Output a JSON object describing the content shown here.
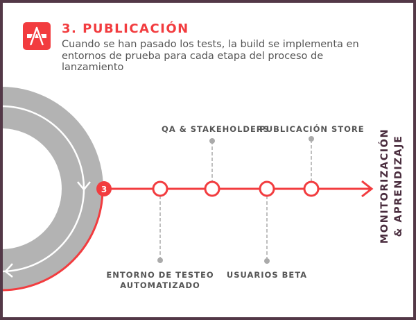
{
  "header": {
    "title": "3. PUBLICACIÓN",
    "description": "Cuando se han pasado los tests, la build se implementa en entornos de prueba para cada etapa del proceso de lanzamiento",
    "icon": "app-store-icon"
  },
  "diagram": {
    "step_number": "3",
    "top_labels": [
      "QA & STAKEHOLDERS",
      "PUBLICACIÓN STORE"
    ],
    "bottom_labels": {
      "testing_env_line1": "ENTORNO DE TESTEO",
      "testing_env_line2": "AUTOMATIZADO",
      "beta": "USUARIOS BETA"
    },
    "end_label": {
      "line1": "MONITORIZACIÓN",
      "line2": "& APRENDIZAJE"
    }
  },
  "colors": {
    "accent": "#f23c3f",
    "border": "#533847",
    "ring": "#b3b3b3"
  }
}
